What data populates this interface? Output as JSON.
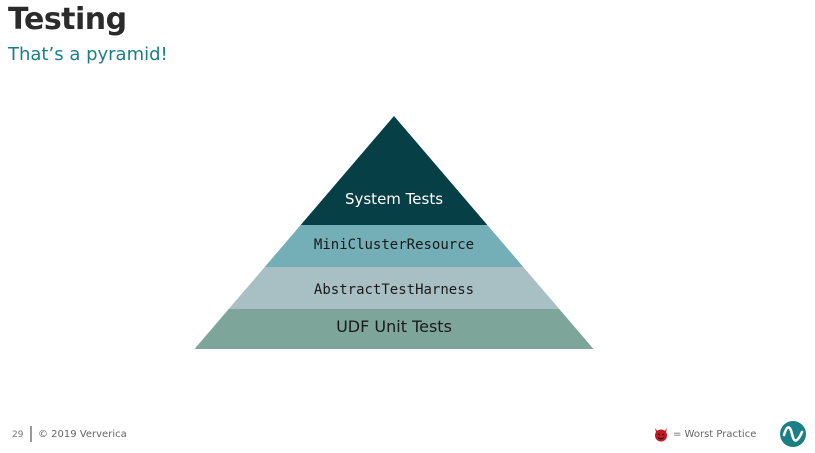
{
  "slide": {
    "title": "Testing",
    "subtitle": "That’s a pyramid!"
  },
  "pyramid": {
    "layers": [
      {
        "label": "System Tests",
        "color": "#073f47",
        "text_color": "#ffffff",
        "mono": false
      },
      {
        "label": "MiniClusterResource",
        "color": "#74aeb6",
        "text_color": "#1a1a1a",
        "mono": true
      },
      {
        "label": "AbstractTestHarness",
        "color": "#a8c0c4",
        "text_color": "#1a1a1a",
        "mono": true
      },
      {
        "label": "UDF Unit Tests",
        "color": "#7ea59a",
        "text_color": "#1a1a1a",
        "mono": false
      }
    ]
  },
  "footer": {
    "page_number": "29",
    "copyright": "© 2019 Ververica",
    "legend_text": "= Worst Practice",
    "legend_icon": "devil-icon",
    "logo_icon": "ververica-logo-icon",
    "logo_color": "#1b7f86"
  }
}
